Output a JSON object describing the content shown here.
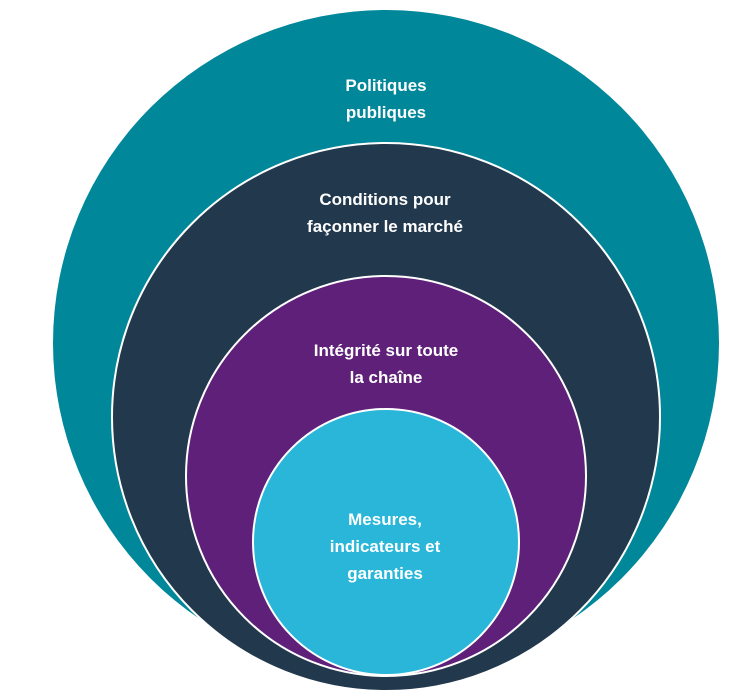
{
  "diagram": {
    "type": "nested-circles",
    "levels": [
      {
        "id": "politiques-publiques",
        "lines": [
          "Politiques",
          "publiques"
        ],
        "color": "#008799"
      },
      {
        "id": "conditions-marche",
        "lines": [
          "Conditions pour",
          "façonner le marché"
        ],
        "color": "#22384d"
      },
      {
        "id": "integrite-chaine",
        "lines": [
          "Intégrité sur toute",
          "la chaîne"
        ],
        "color": "#5f2079"
      },
      {
        "id": "mesures-indicateurs",
        "lines": [
          "Mesures,",
          "indicateurs et",
          "garanties"
        ],
        "color": "#29b6d9"
      }
    ],
    "border_color": "#ffffff"
  }
}
